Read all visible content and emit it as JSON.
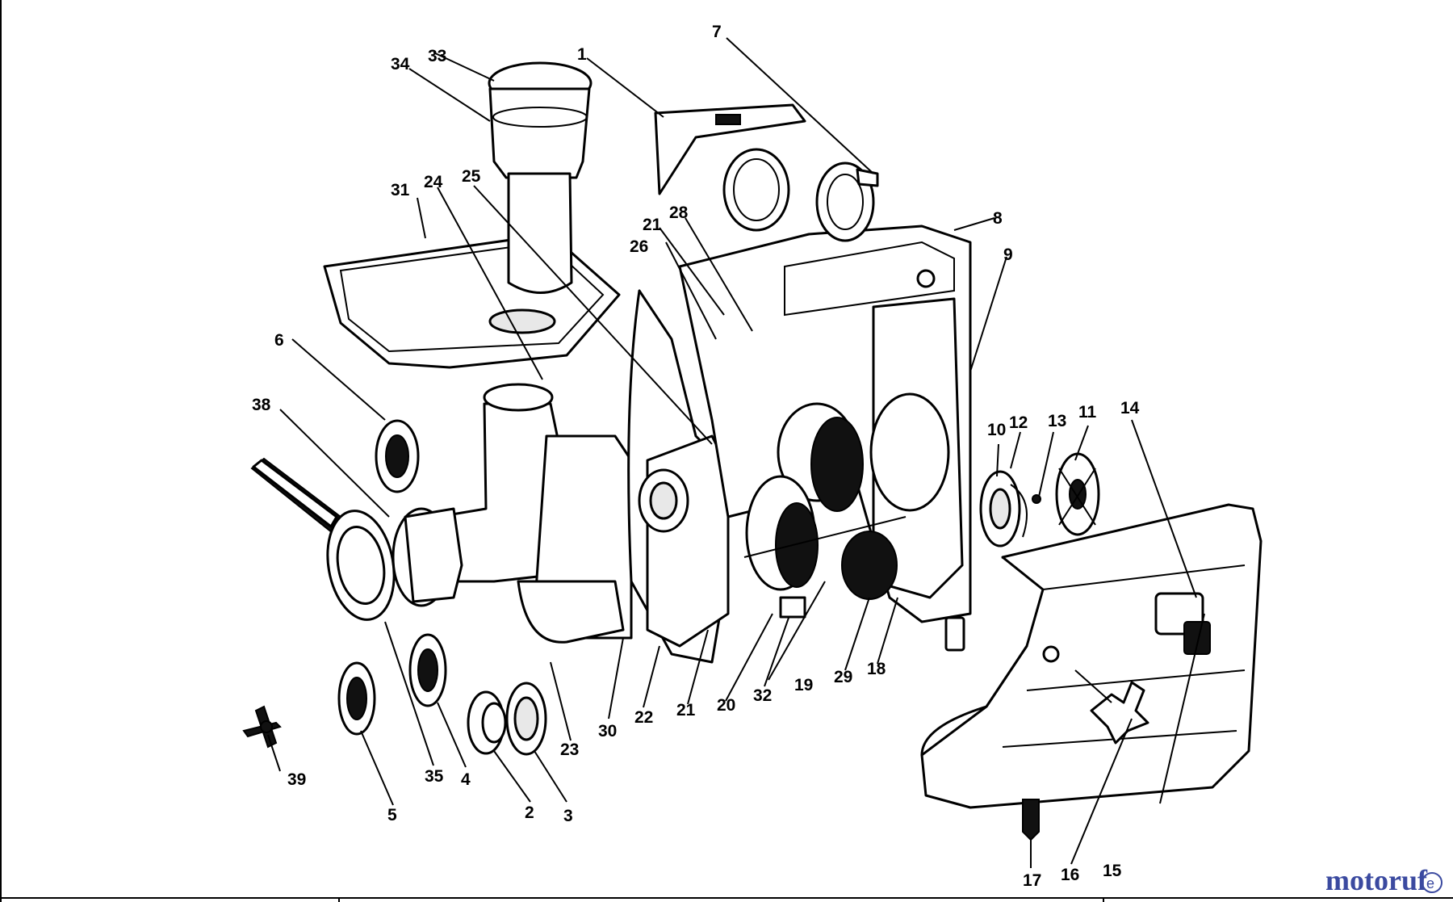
{
  "watermark": {
    "text": "motoruf",
    "suffix": "e",
    "color_main": "#3b4aa0",
    "color_accent": "#d04a2a"
  },
  "labels": [
    {
      "id": "1",
      "text": "1"
    },
    {
      "id": "2",
      "text": "2"
    },
    {
      "id": "3",
      "text": "3"
    },
    {
      "id": "4",
      "text": "4"
    },
    {
      "id": "5",
      "text": "5"
    },
    {
      "id": "6",
      "text": "6"
    },
    {
      "id": "7",
      "text": "7"
    },
    {
      "id": "8",
      "text": "8"
    },
    {
      "id": "9",
      "text": "9"
    },
    {
      "id": "10",
      "text": "10"
    },
    {
      "id": "11",
      "text": "11"
    },
    {
      "id": "12",
      "text": "12"
    },
    {
      "id": "13",
      "text": "13"
    },
    {
      "id": "14",
      "text": "14"
    },
    {
      "id": "15",
      "text": "15"
    },
    {
      "id": "16",
      "text": "16"
    },
    {
      "id": "17",
      "text": "17"
    },
    {
      "id": "18",
      "text": "18"
    },
    {
      "id": "19",
      "text": "19"
    },
    {
      "id": "20",
      "text": "20"
    },
    {
      "id": "21a",
      "text": "21"
    },
    {
      "id": "21b",
      "text": "21"
    },
    {
      "id": "22",
      "text": "22"
    },
    {
      "id": "23",
      "text": "23"
    },
    {
      "id": "24",
      "text": "24"
    },
    {
      "id": "25",
      "text": "25"
    },
    {
      "id": "26",
      "text": "26"
    },
    {
      "id": "28",
      "text": "28"
    },
    {
      "id": "29",
      "text": "29"
    },
    {
      "id": "30",
      "text": "30"
    },
    {
      "id": "31",
      "text": "31"
    },
    {
      "id": "32",
      "text": "32"
    },
    {
      "id": "33",
      "text": "33"
    },
    {
      "id": "34",
      "text": "34"
    },
    {
      "id": "35",
      "text": "35"
    },
    {
      "id": "38",
      "text": "38"
    },
    {
      "id": "39",
      "text": "39"
    }
  ]
}
